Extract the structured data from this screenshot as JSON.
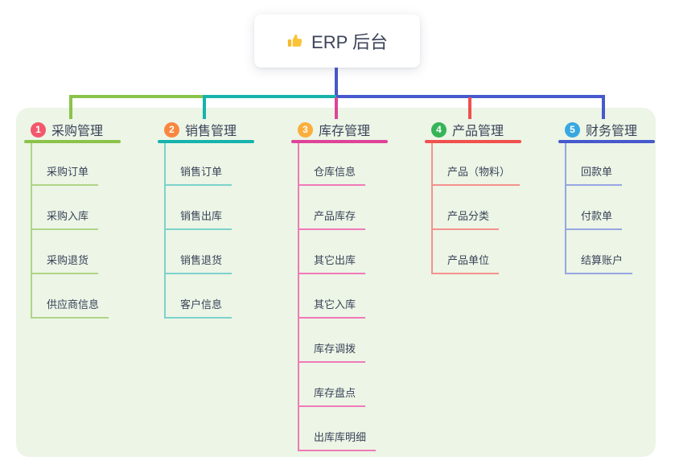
{
  "root": {
    "label": "ERP 后台",
    "icon": "thumbs-up-icon"
  },
  "colors": {
    "page_bg": "#FFFFFF",
    "panel_bg": "#ECF5E6",
    "root_stem": "#4759CD",
    "text": "#3B4358"
  },
  "branches": [
    {
      "index": "1",
      "label": "采购管理",
      "badge_color": "#F2586C",
      "line_color": "#8BC34A",
      "child_line_color": "#AFD587",
      "children": [
        "采购订单",
        "采购入库",
        "采购退货",
        "供应商信息"
      ]
    },
    {
      "index": "2",
      "label": "销售管理",
      "badge_color": "#F9873F",
      "line_color": "#16B3AC",
      "child_line_color": "#7DD2CB",
      "children": [
        "销售订单",
        "销售出库",
        "销售退货",
        "客户信息"
      ]
    },
    {
      "index": "3",
      "label": "库存管理",
      "badge_color": "#FBAE3C",
      "line_color": "#DE4397",
      "child_line_color": "#F07AB8",
      "children": [
        "仓库信息",
        "产品库存",
        "其它出库",
        "其它入库",
        "库存调拨",
        "库存盘点",
        "出库库明细"
      ]
    },
    {
      "index": "4",
      "label": "产品管理",
      "badge_color": "#35B558",
      "line_color": "#F0504E",
      "child_line_color": "#F5928D",
      "children": [
        "产品（物料）",
        "产品分类",
        "产品单位"
      ]
    },
    {
      "index": "5",
      "label": "财务管理",
      "badge_color": "#38A8E0",
      "line_color": "#4759CD",
      "child_line_color": "#97A6E2",
      "children": [
        "回款单",
        "付款单",
        "结算账户"
      ]
    }
  ]
}
